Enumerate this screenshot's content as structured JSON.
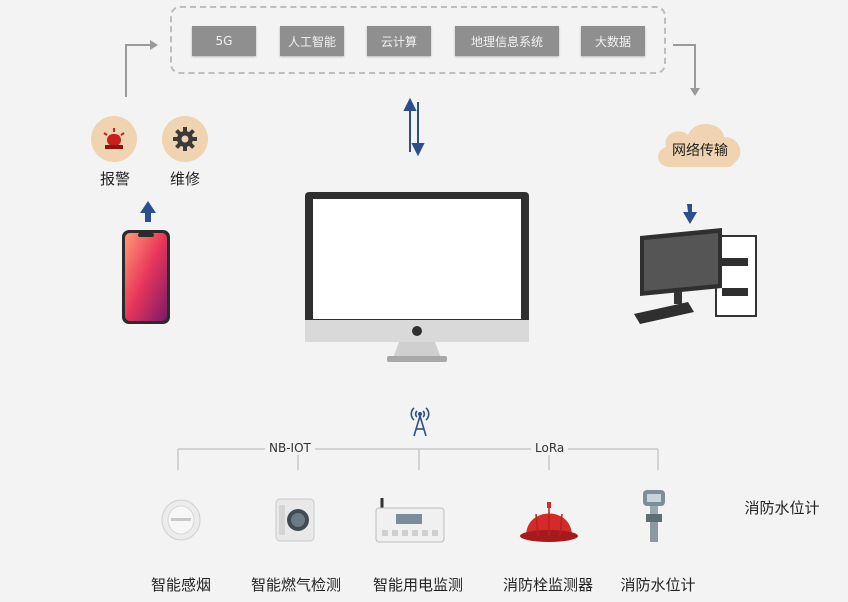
{
  "tech": {
    "items": [
      "5G",
      "人工智能",
      "云计算",
      "地理信息系统",
      "大数据"
    ]
  },
  "left": {
    "alarm_label": "报警",
    "repair_label": "维修"
  },
  "right": {
    "cloud_label": "网络传输"
  },
  "network": {
    "nbiot_label": "NB-IOT",
    "lora_label": "LoRa"
  },
  "devices": {
    "labels": [
      "智能感烟",
      "智能燃气检测",
      "智能用电监测",
      "消防栓监测器",
      "消防水位计"
    ],
    "side_label": "消防水位计"
  },
  "colors": {
    "arrow_blue": "#2a4f8c",
    "tech_grey": "#8f8f8f",
    "circle_peach": "#f0d3b0",
    "alarm_red": "#c8201f"
  },
  "icons": [
    "alarm-light-icon",
    "gear-icon",
    "cloud-icon",
    "antenna-icon"
  ]
}
